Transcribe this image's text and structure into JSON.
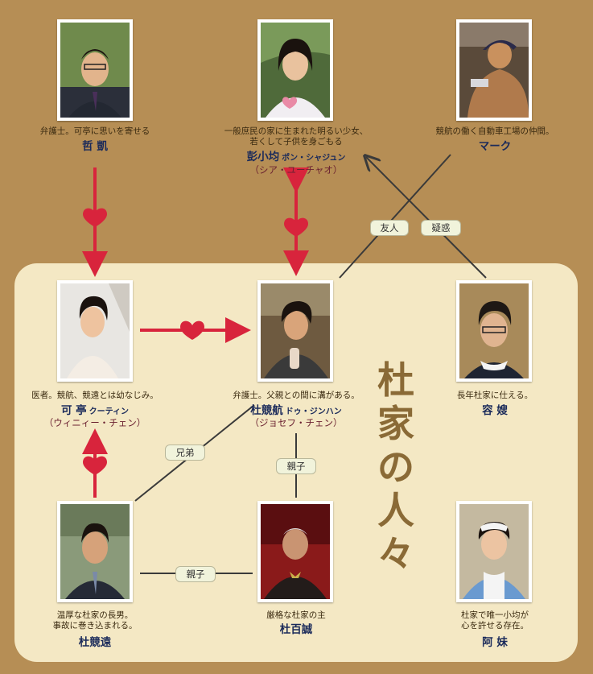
{
  "family_title": [
    "杜",
    "家",
    "の",
    "人",
    "々"
  ],
  "people": {
    "zhe_kai": {
      "desc": [
        "弁護士。可亭に思いを寄せる"
      ],
      "name": "哲 凱",
      "reading": "",
      "sub": ""
    },
    "peng": {
      "desc": [
        "一般庶民の家に生まれた明るい少女、",
        "若くして子供を身ごもる"
      ],
      "name": "彭小均",
      "reading": "ポン・シャジュン",
      "sub": "（シア・ユーチャオ）"
    },
    "mark": {
      "desc": [
        "競航の働く自動車工場の仲間。"
      ],
      "name": "マーク",
      "reading": "",
      "sub": ""
    },
    "ke_ting": {
      "desc": [
        "医者。競航、競遠とは幼なじみ。"
      ],
      "name": "可 亭",
      "reading": "クーティン",
      "sub": "（ウィニィー・チェン）"
    },
    "du_jinghang": {
      "desc": [
        "弁護士。父親との間に溝がある。"
      ],
      "name": "杜競航",
      "reading": "ドゥ・ジンハン",
      "sub": "（ジョセフ・チェン）"
    },
    "rong_sao": {
      "desc": [
        "長年杜家に仕える。"
      ],
      "name": "容 嫂",
      "reading": "",
      "sub": ""
    },
    "du_jingyuan": {
      "desc": [
        "温厚な杜家の長男。",
        "事故に巻き込まれる。"
      ],
      "name": "杜競遠",
      "reading": "",
      "sub": ""
    },
    "du_baicheng": {
      "desc": [
        "厳格な杜家の主"
      ],
      "name": "杜百誠",
      "reading": "",
      "sub": ""
    },
    "a_mei": {
      "desc": [
        "杜家で唯一小均が",
        "心を許せる存在。"
      ],
      "name": "阿 妹",
      "reading": "",
      "sub": ""
    }
  },
  "relations": {
    "friend": "友人",
    "suspicion": "疑惑",
    "brothers": "兄弟",
    "parent_child_1": "親子",
    "parent_child_2": "親子"
  },
  "colors": {
    "background": "#b68e55",
    "panel": "#f4e8c4",
    "love_arrow": "#d8243c",
    "line": "#3a3a3a"
  }
}
